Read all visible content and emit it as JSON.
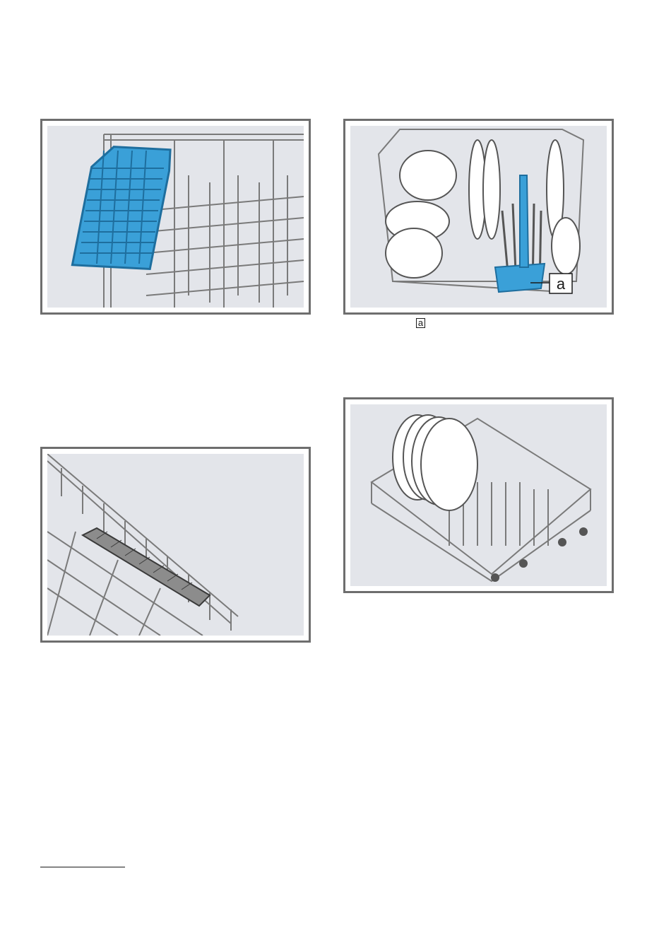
{
  "figures": [
    {
      "id": "cutlery-tray",
      "callout": ""
    },
    {
      "id": "cutlery-basket",
      "callout": "a"
    },
    {
      "id": "knife-rack",
      "callout": ""
    },
    {
      "id": "lower-basket",
      "callout": ""
    }
  ],
  "inline_reference": "a",
  "colors": {
    "frame": "#6e6e6e",
    "panel_background": "#e3e5ea",
    "accent_blue": "#3aa0d8",
    "wire": "#7a7a7a"
  }
}
